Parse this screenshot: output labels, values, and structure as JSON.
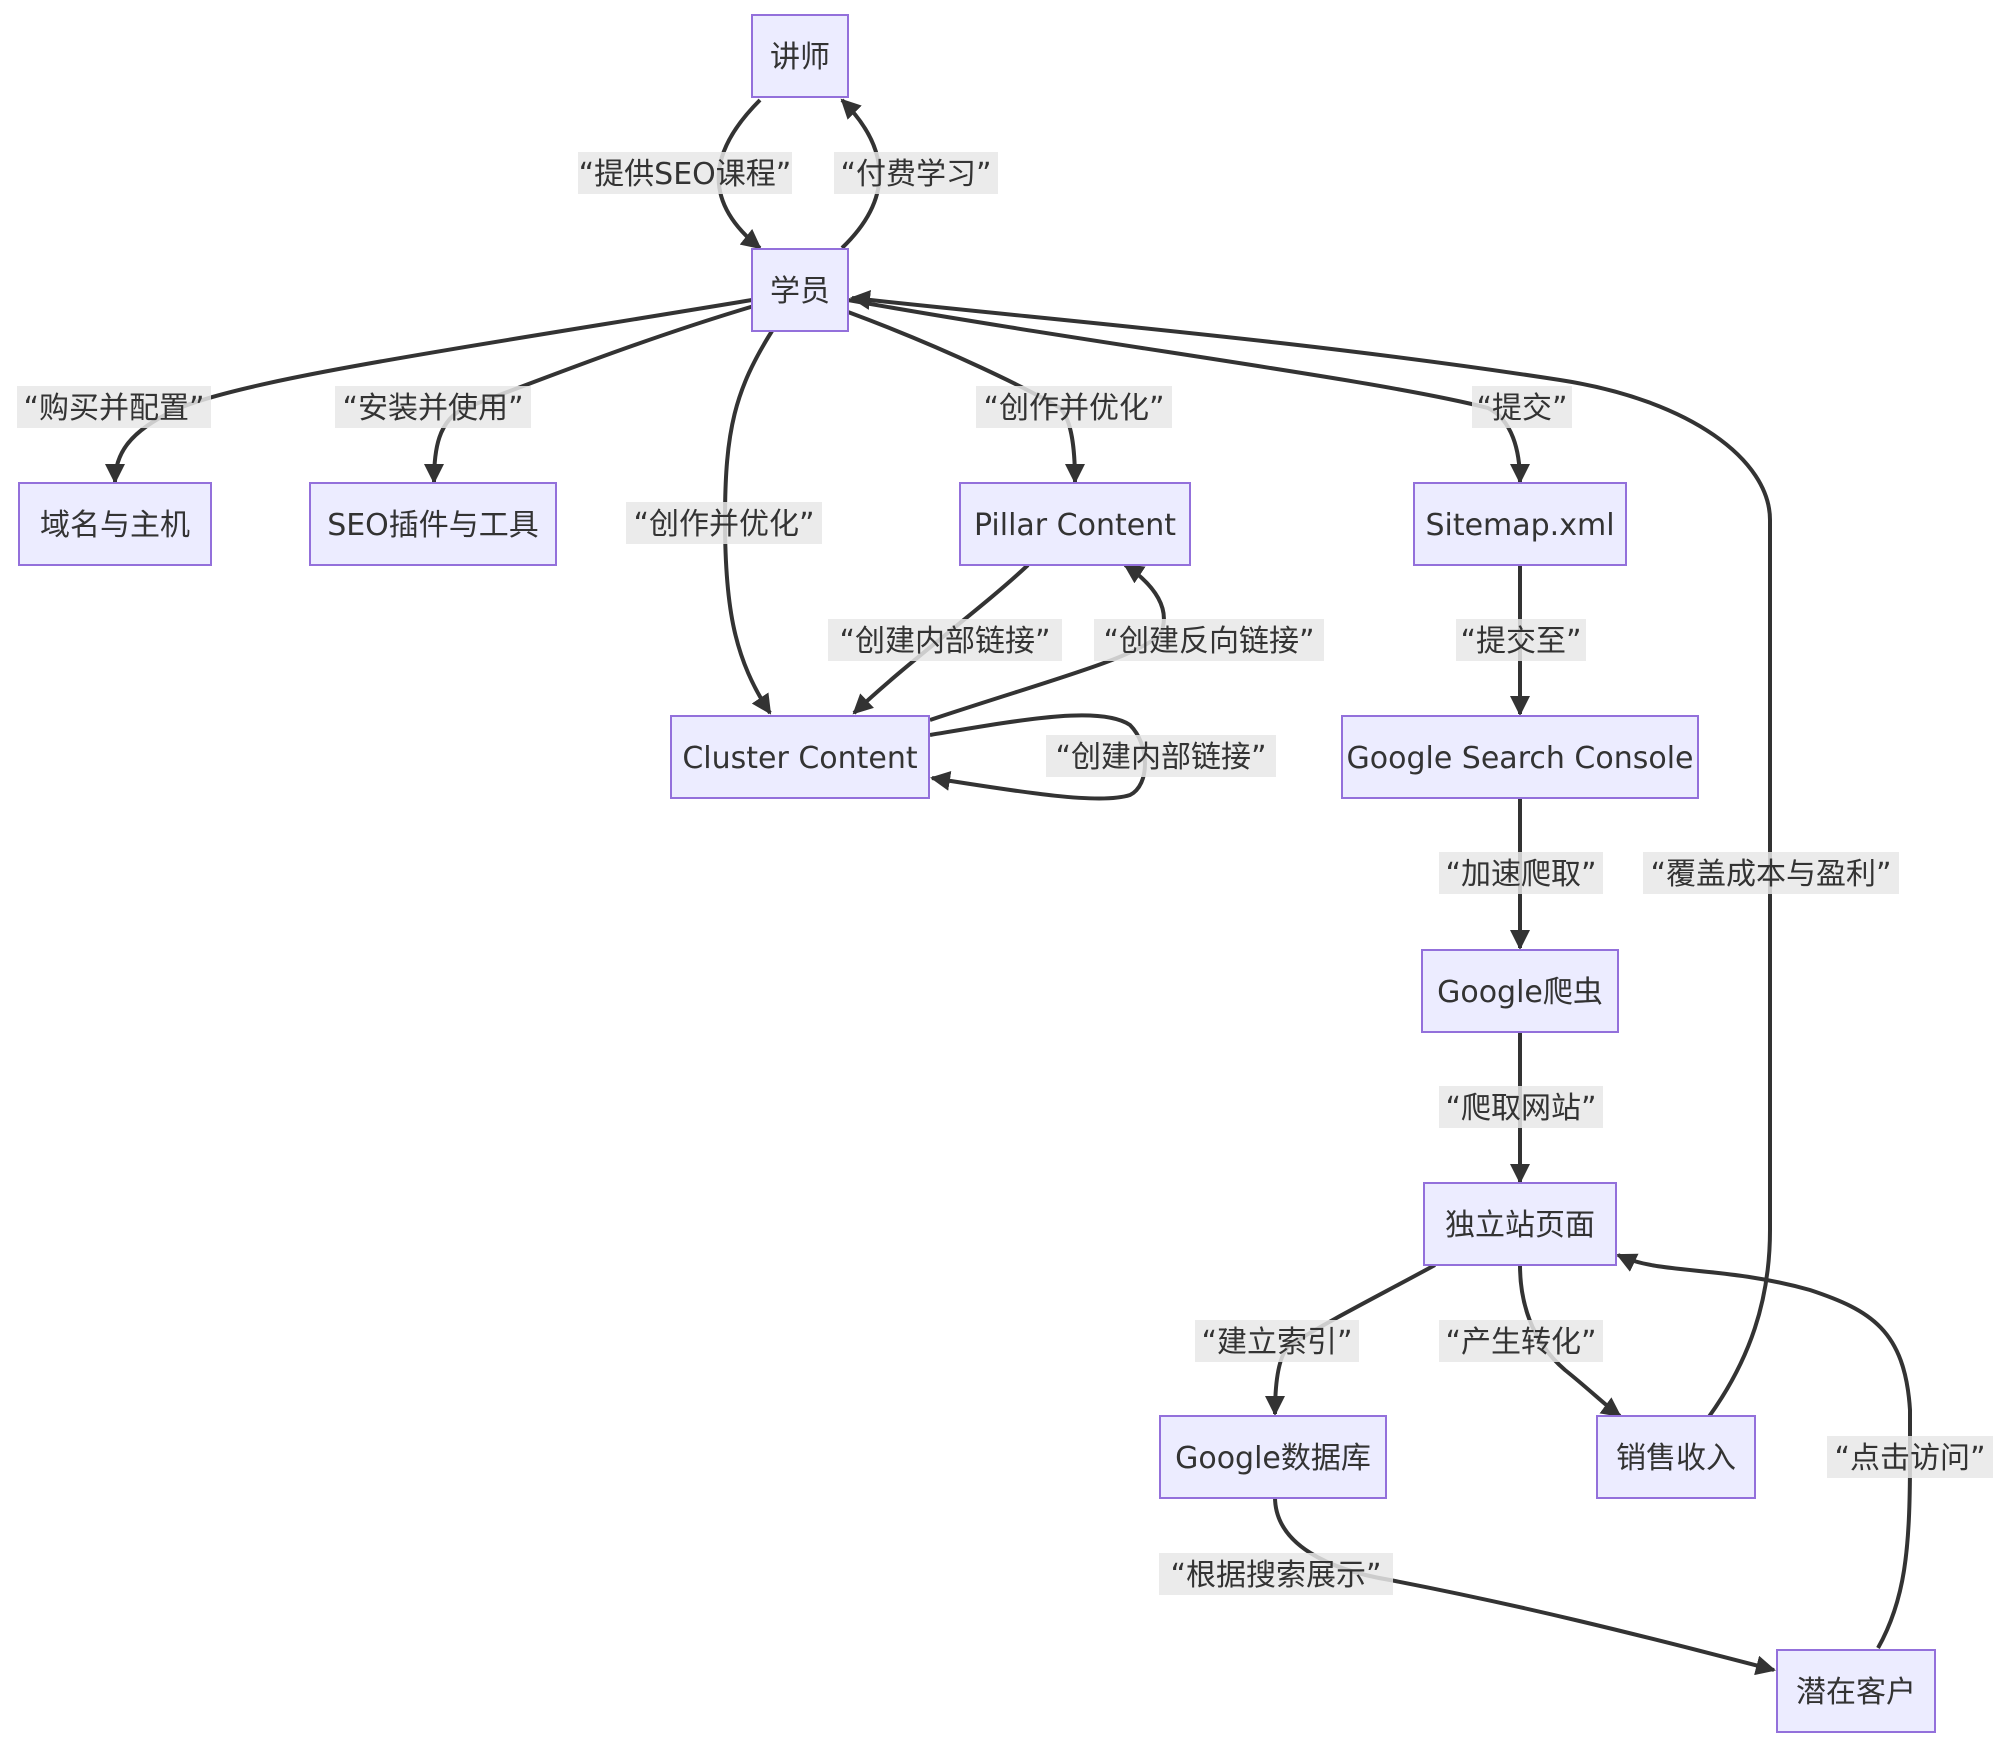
{
  "nodes": {
    "lecturer": "讲师",
    "student": "学员",
    "domain_host": "域名与主机",
    "seo_tools": "SEO插件与工具",
    "pillar": "Pillar Content",
    "sitemap": "Sitemap.xml",
    "cluster": "Cluster Content",
    "gsc": "Google Search Console",
    "crawler": "Google爬虫",
    "site_pages": "独立站页面",
    "google_db": "Google数据库",
    "sales": "销售收入",
    "prospects": "潜在客户"
  },
  "edges": {
    "lecturer_student": "“提供SEO课程”",
    "student_lecturer": "“付费学习”",
    "student_domain": "“购买并配置”",
    "student_tools": "“安装并使用”",
    "student_cluster": "“创作并优化”",
    "student_pillar": "“创作并优化”",
    "student_sitemap": "“提交”",
    "pillar_cluster": "“创建内部链接”",
    "cluster_pillar": "“创建反向链接”",
    "cluster_self": "“创建内部链接”",
    "sitemap_gsc": "“提交至”",
    "gsc_crawler": "“加速爬取”",
    "sales_student": "“覆盖成本与盈利”",
    "crawler_pages": "“爬取网站”",
    "pages_db": "“建立索引”",
    "pages_sales": "“产生转化”",
    "prospects_pages": "“点击访问”",
    "db_prospects": "“根据搜索展示”"
  },
  "colors": {
    "node_fill": "#ECECFF",
    "node_stroke": "#9370DB",
    "edge": "#333333",
    "label_bg": "#e8e8e8"
  }
}
